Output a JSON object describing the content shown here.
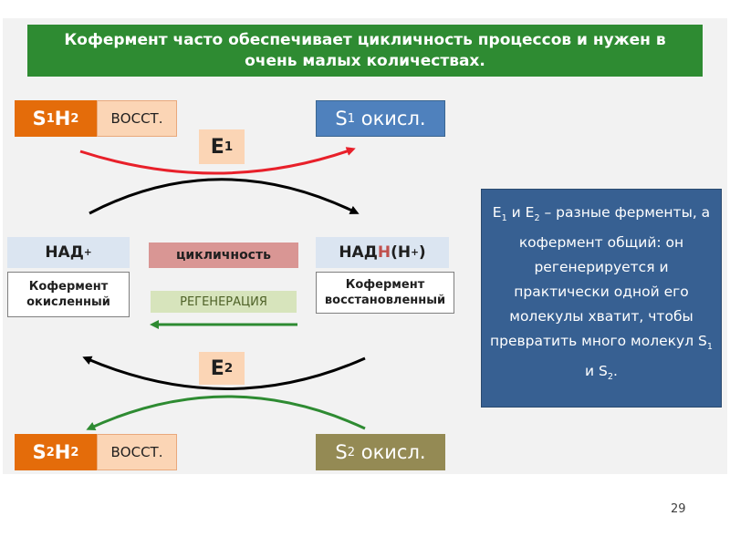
{
  "header": {
    "text": "Кофермент часто обеспечивает цикличность процессов и нужен в очень малых количествах."
  },
  "s1h2": {
    "s": "S",
    "s_sub": "1",
    "h": "H",
    "h_sub": "2",
    "tag": "ВОССТ."
  },
  "s1_ox": {
    "s": "S",
    "s_sub": "1",
    "text": "окисл."
  },
  "e1": {
    "e": "E",
    "sub": "1"
  },
  "e2": {
    "e": "E",
    "sub": "2"
  },
  "nad_plus": {
    "text": "НАД",
    "sup": "+"
  },
  "nadh": {
    "prefix": "НАД",
    "h": "Н",
    "open": "(Н",
    "sup": "+",
    "close": ")"
  },
  "coenzyme_ox": {
    "line1": "Кофермент",
    "line2": "окисленный"
  },
  "coenzyme_red": {
    "line1": "Кофермент",
    "line2": "восстановленный"
  },
  "cyclicity": "цикличность",
  "regeneration": "РЕГЕНЕРАЦИЯ",
  "s2h2": {
    "s": "S",
    "s_sub": "2",
    "h": "H",
    "h_sub": "2",
    "tag": "ВОССТ."
  },
  "s2_ox": {
    "s": "S",
    "s_sub": "2",
    "text": "окисл."
  },
  "info": {
    "e1": "E",
    "e1_sub": "1",
    "and": " и E",
    "e2_sub": "2",
    "text": " – разные ферменты, а кофермент общий: он регенерируется и практически одной его молекулы хватит, чтобы превратить много молекул S",
    "s1_sub": "1",
    "and2": " и  S",
    "s2_sub": "2",
    "end": "."
  },
  "page_number": "29",
  "colors": {
    "header": "#2e8b32",
    "orange": "#e46c0a",
    "peach": "#fbd5b5",
    "blue": "#4f81bd",
    "olive": "#948a54",
    "info": "#376092",
    "red_arrow": "#e8202a",
    "green_arrow": "#2e8b32"
  }
}
